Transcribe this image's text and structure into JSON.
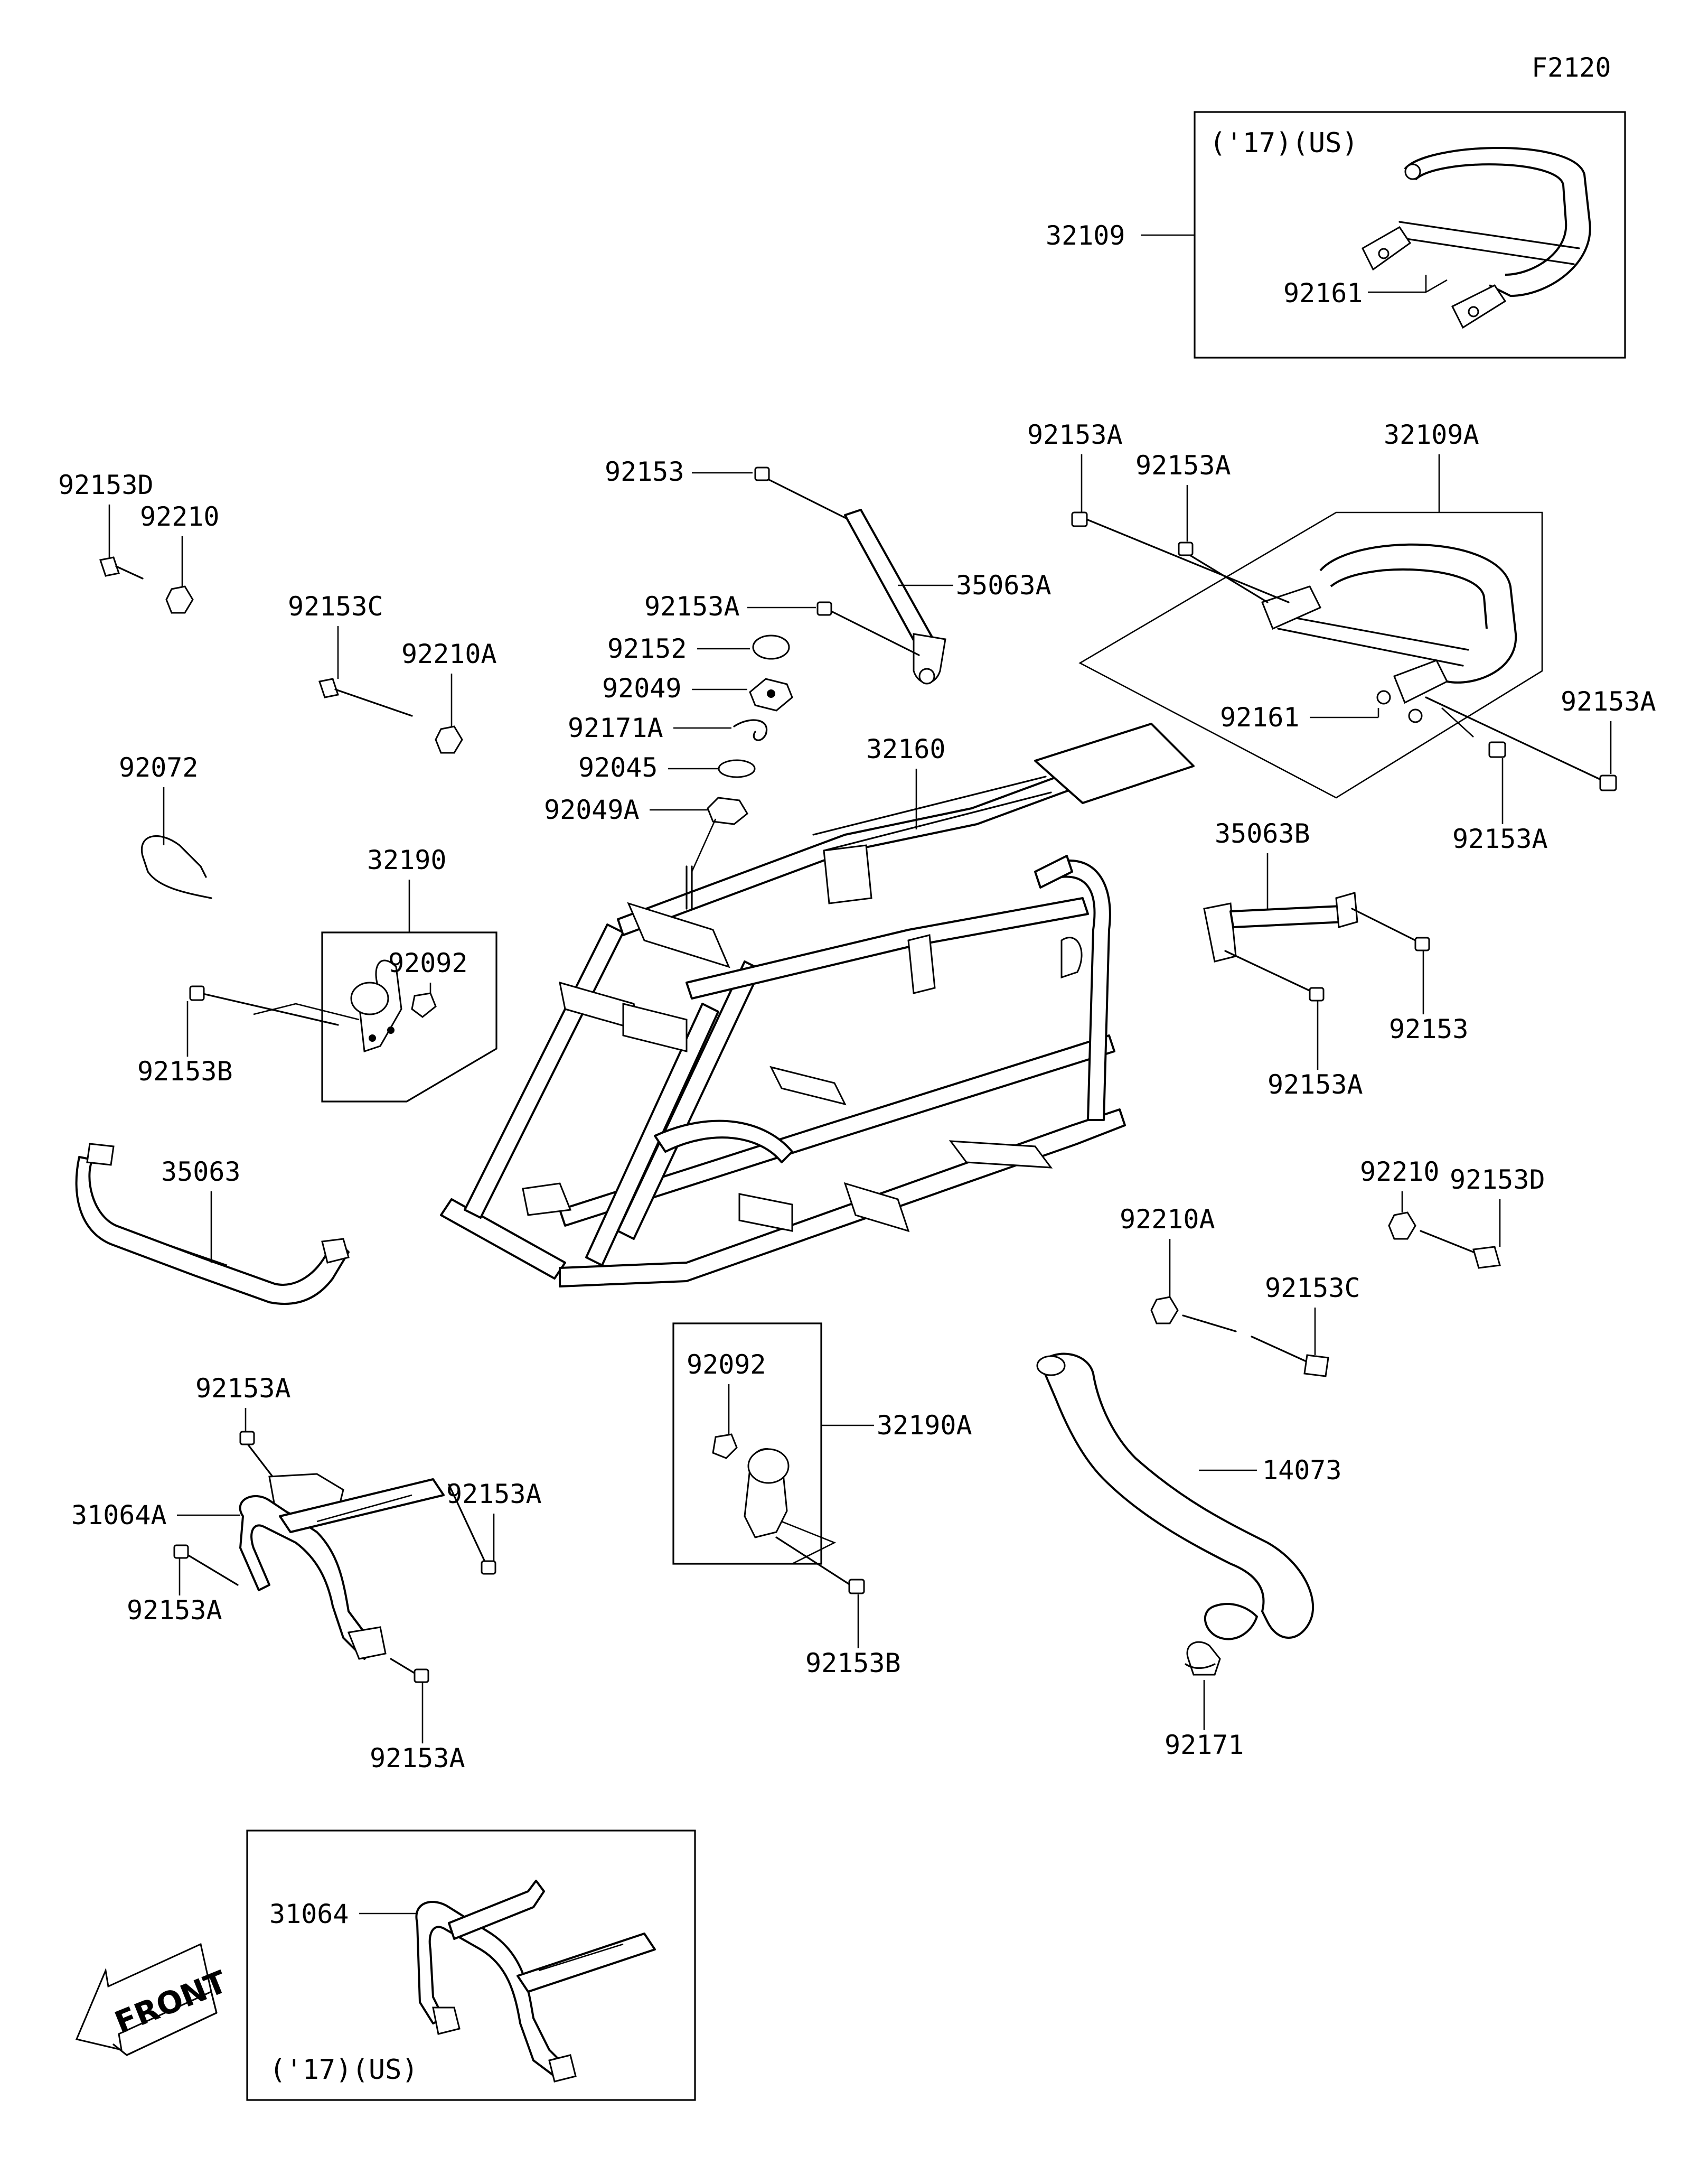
{
  "figure_code": "F2120",
  "front_marker": "FRONT",
  "insets": {
    "top_right_note": "('17)(US)",
    "bottom_left_note": "('17)(US)"
  },
  "labels": {
    "p32109": "32109",
    "p92161_top": "92161",
    "p92153A_1": "92153A",
    "p92153A_2": "92153A",
    "p32109A": "32109A",
    "p92161_mid": "92161",
    "p92153A_3": "92153A",
    "p92153A_4": "92153A",
    "p92153": "92153",
    "p35063A": "35063A",
    "p92153A_5": "92153A",
    "p92152": "92152",
    "p92049": "92049",
    "p92171A": "92171A",
    "p92045": "92045",
    "p92049A": "92049A",
    "p32160": "32160",
    "p92153D_1": "92153D",
    "p92210_1": "92210",
    "p92153C_1": "92153C",
    "p92210A_1": "92210A",
    "p92072": "92072",
    "p32190": "32190",
    "p92092_1": "92092",
    "p92153B_1": "92153B",
    "p35063B": "35063B",
    "p92153_2": "92153",
    "p92153A_6": "92153A",
    "p35063": "35063",
    "p92210_2": "92210",
    "p92153D_2": "92153D",
    "p92210A_2": "92210A",
    "p92153C_2": "92153C",
    "p92153A_7": "92153A",
    "p31064A": "31064A",
    "p92153A_8": "92153A",
    "p92153A_9": "92153A",
    "p92153A_10": "92153A",
    "p92092_2": "92092",
    "p32190A": "32190A",
    "p92153B_2": "92153B",
    "p14073": "14073",
    "p92171": "92171",
    "p31064": "31064"
  }
}
